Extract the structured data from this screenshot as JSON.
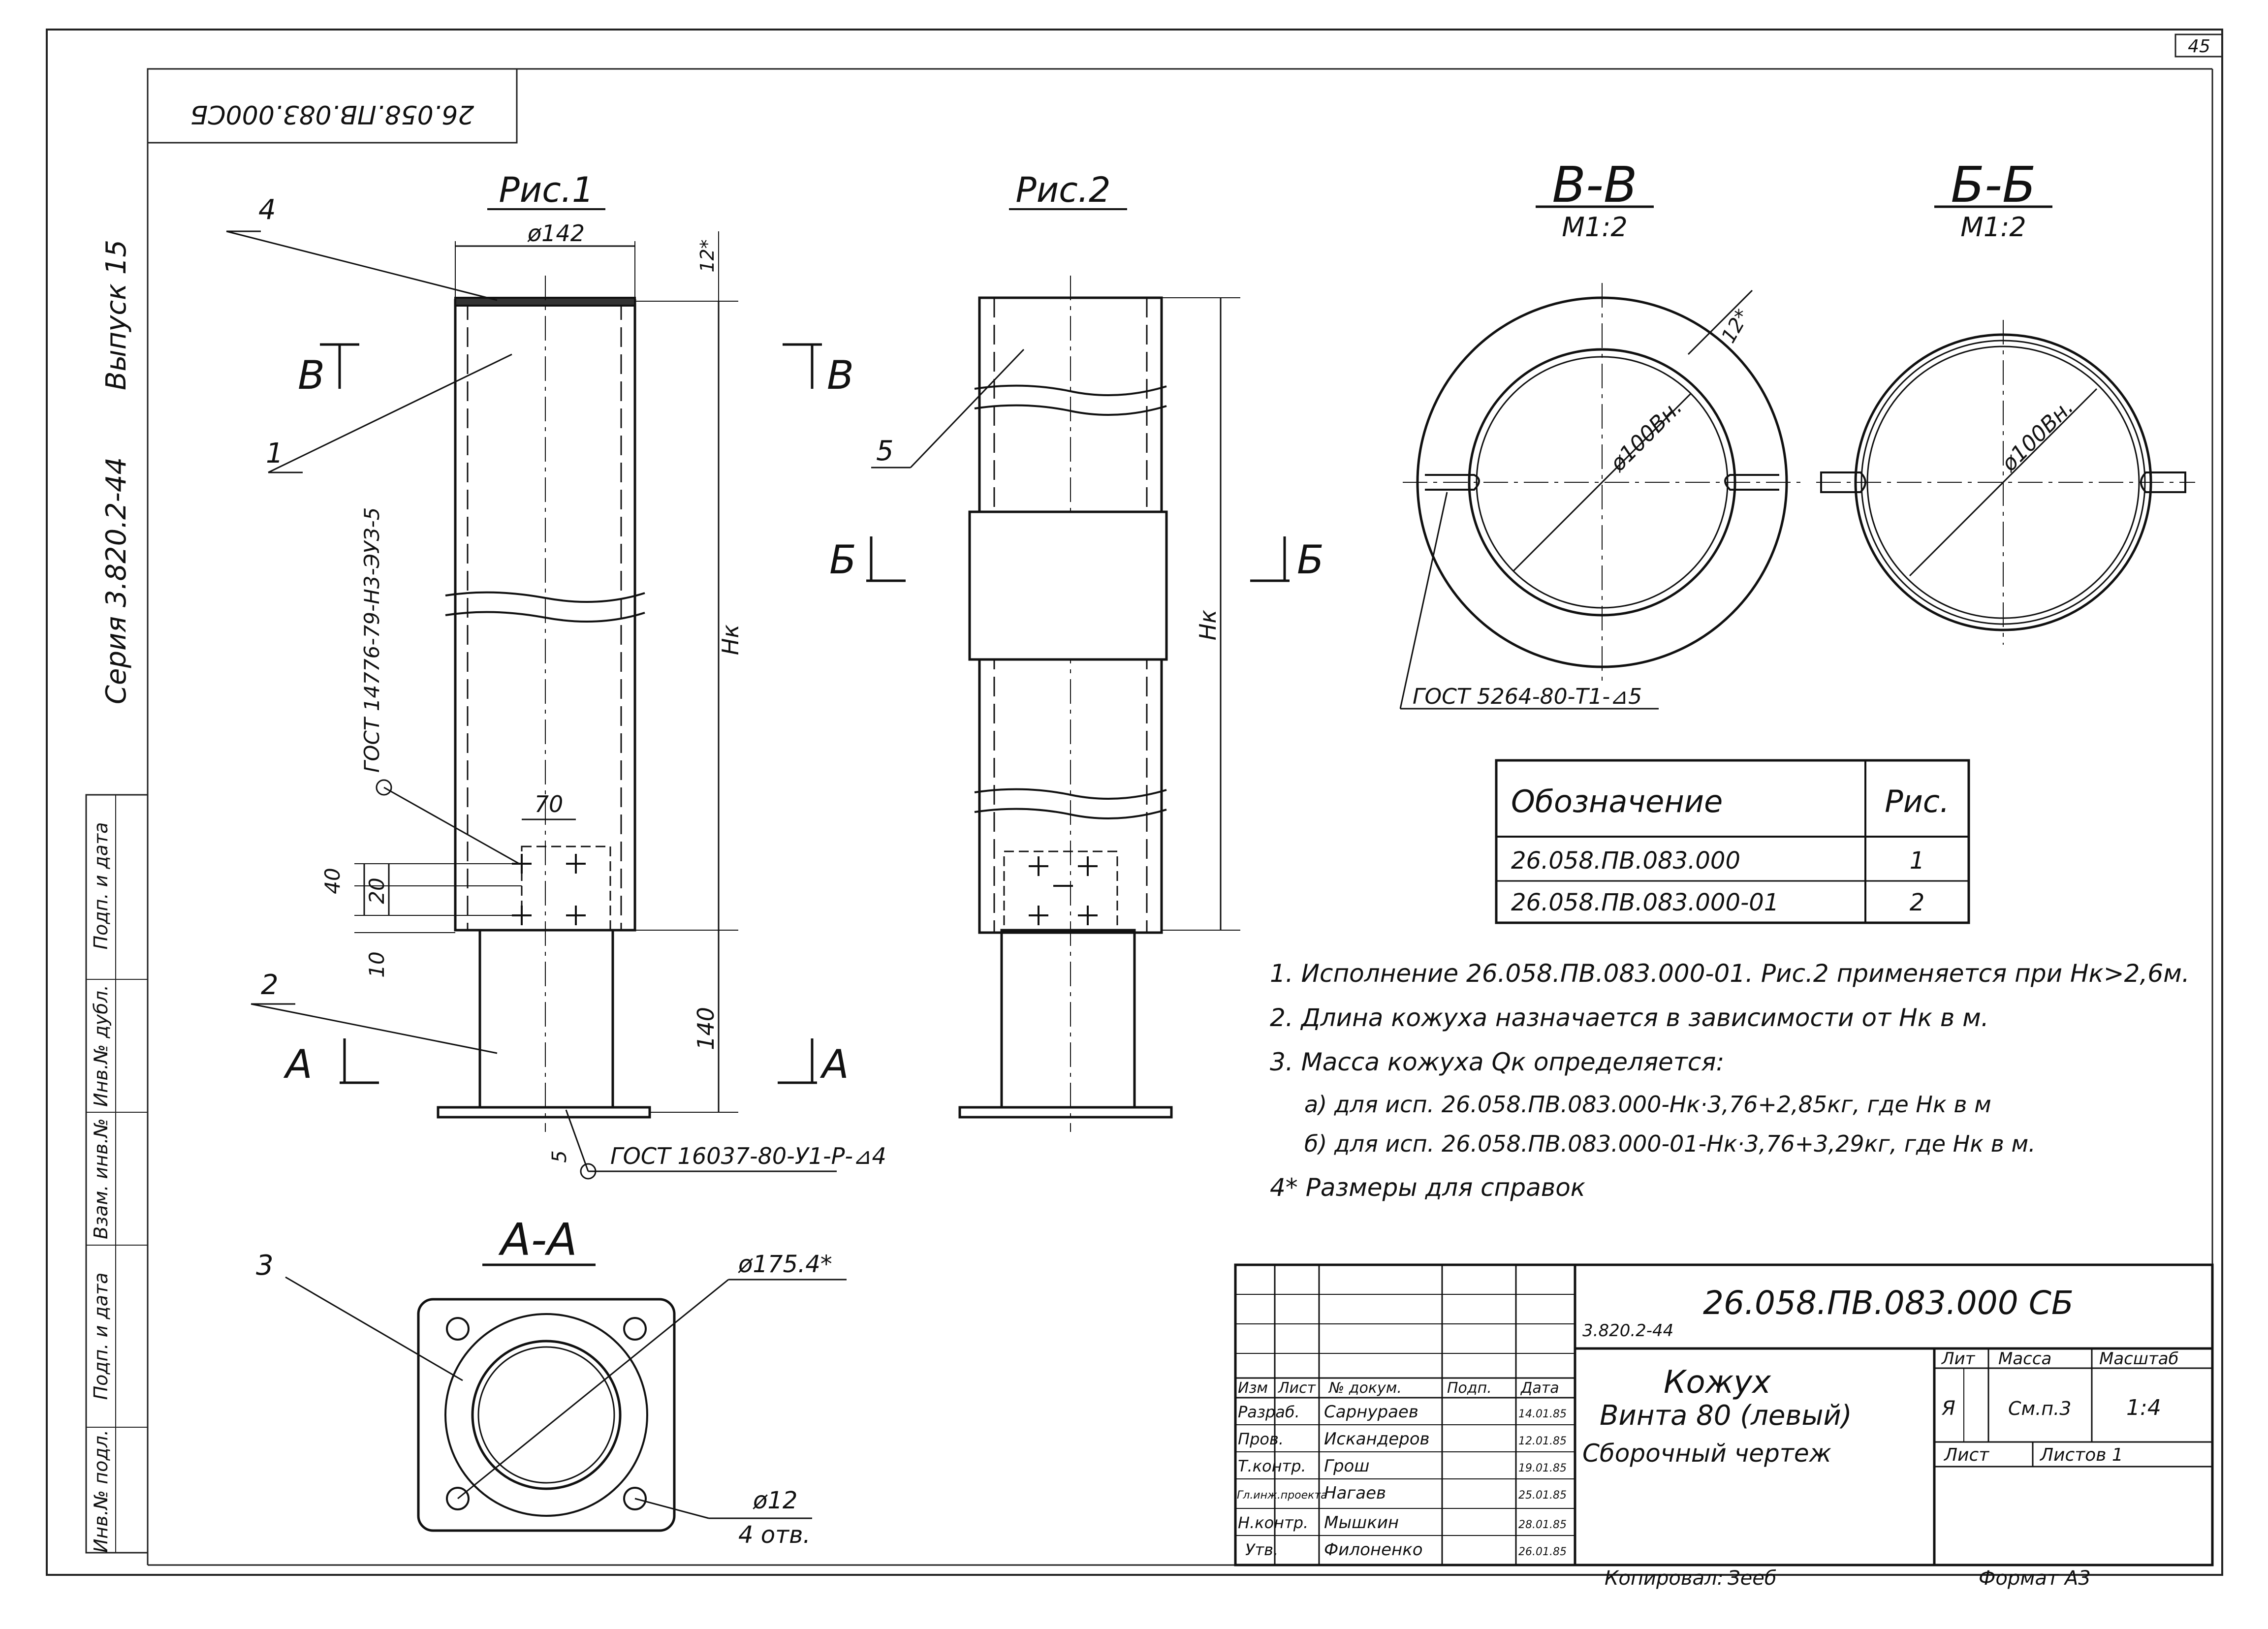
{
  "sheet": {
    "page_number": "45",
    "stamp_code_rotated": "26.058.ПВ.083.000СБ",
    "series_label": "Серия 3.820.2-44",
    "issue_label": "Выпуск 15",
    "copied_by": "Копировал:",
    "copied_sign": "Зееб",
    "format_label": "Формат А3"
  },
  "side_strip": [
    "Подп. и дата",
    "Инв.№ дубл.",
    "Взам. инв.№",
    "Подп. и дата",
    "Инв.№ подл."
  ],
  "fig1": {
    "title": "Рис.1",
    "dia": "ø142",
    "thk": "12*",
    "dim_70": "70",
    "dim_40": "40",
    "dim_20": "20",
    "dim_10": "10",
    "dim_140": "140",
    "dim_5": "5",
    "hk": "Нк",
    "pos1": "1",
    "pos2": "2",
    "pos4": "4",
    "sec_v_left": "В",
    "sec_v_right": "В",
    "sec_a_left": "А",
    "sec_a_right": "А",
    "weld_top": "ГОСТ 14776-79-Н3-ЭУЗ-5",
    "weld_bottom": "ГОСТ 16037-80-У1-Р-⊿4"
  },
  "fig2": {
    "title": "Рис.2",
    "hk": "Нк",
    "pos5": "5",
    "sec_b_left": "Б",
    "sec_b_right": "Б"
  },
  "section_aa": {
    "title": "А-А",
    "pos3": "3",
    "dia_outer": "ø175.4*",
    "holes": "ø12",
    "holes_count": "4 отв."
  },
  "section_vv": {
    "title": "В-В",
    "scale": "М1:2",
    "dia": "ø100Вн.",
    "thk": "12*",
    "weld": "ГОСТ 5264-80-Т1-⊿5"
  },
  "section_bb": {
    "title": "Б-Б",
    "scale": "М1:2",
    "dia": "ø100Вн."
  },
  "variants_table": {
    "headers": [
      "Обозначение",
      "Рис."
    ],
    "rows": [
      [
        "26.058.ПВ.083.000",
        "1"
      ],
      [
        "26.058.ПВ.083.000-01",
        "2"
      ]
    ]
  },
  "notes": [
    "1. Исполнение 26.058.ПВ.083.000-01. Рис.2 применяется при Нк>2,6м.",
    "2. Длина кожуха назначается в зависимости от Нк в м.",
    "3. Масса кожуха Qк определяется:",
    "а) для исп. 26.058.ПВ.083.000-Нк·3,76+2,85кг, где Нк в м",
    "б) для исп. 26.058.ПВ.083.000-01-Нк·3,76+3,29кг, где Нк в м.",
    "4* Размеры для справок"
  ],
  "title_block": {
    "series": "3.820.2-44",
    "code": "26.058.ПВ.083.000 СБ",
    "name_1": "Кожух",
    "name_2": "Винта 80 (левый)",
    "doc_type": "Сборочный чертеж",
    "col_heads": [
      "Изм",
      "Лист",
      "№ докум.",
      "Подп.",
      "Дата"
    ],
    "roles": [
      {
        "role": "Разраб.",
        "name": "Сарнураев",
        "date": "14.01.85"
      },
      {
        "role": "Пров.",
        "name": "Искандеров",
        "date": "12.01.85"
      },
      {
        "role": "Т.контр.",
        "name": "Грош",
        "date": "19.01.85"
      },
      {
        "role": "Гл.инж.проекта",
        "name": "Нагаев",
        "date": "25.01.85"
      },
      {
        "role": "Н.контр.",
        "name": "Мышкин",
        "date": "28.01.85"
      },
      {
        "role": "Утв.",
        "name": "Филоненко",
        "date": "26.01.85"
      }
    ],
    "lit_head": "Лит",
    "mass_head": "Масса",
    "scale_head": "Масштаб",
    "lit": "Я",
    "mass": "См.п.3",
    "scale": "1:4",
    "sheet_head": "Лист",
    "sheets_head": "Листов 1"
  }
}
